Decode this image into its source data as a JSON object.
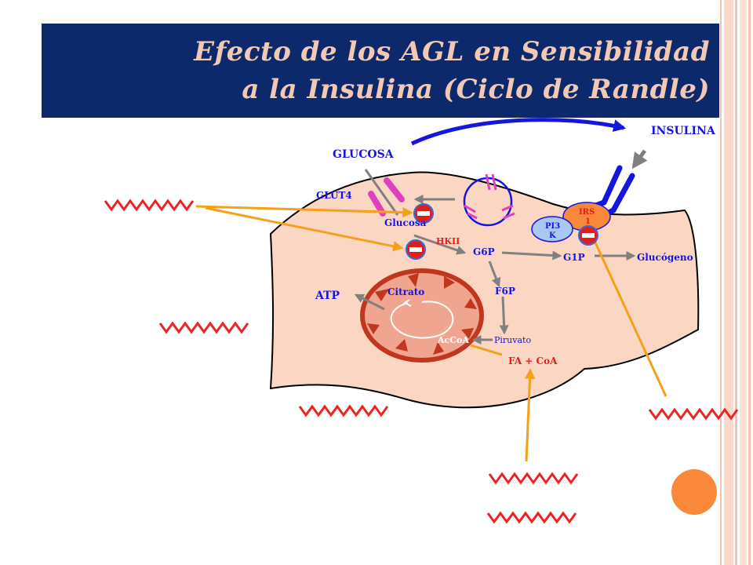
{
  "title": {
    "line1": "Efecto de los AGL en Sensibilidad",
    "line2": "a la Insulina (Ciclo de Randle)"
  },
  "labels": {
    "insulina": "INSULINA",
    "glucosa_ext": "GLUCOSA",
    "glut4": "GLUT4",
    "glucosa_int": "Glucosa",
    "hkii": "HKII",
    "g6p": "G6P",
    "g1p": "G1P",
    "glucogeno": "Glucógeno",
    "f6p": "F6P",
    "piruvato": "Piruvato",
    "acoa": "AcCoA",
    "citrato": "Citrato",
    "atp": "ATP",
    "fa_coa": "FA + CoA",
    "pi3k_1": "PI3",
    "pi3k_2": "K",
    "irs_1": "IRS",
    "irs_2": "1"
  },
  "colors": {
    "title_bg": "#0c2a6b",
    "title_text": "#f3c9b4",
    "cell_fill": "#fbd6c2",
    "mito_fill": "#f0a590",
    "mito_border": "#c0361f",
    "fatty_acid": "#e82424",
    "arrow_orange": "#f5a01a",
    "arrow_gray": "#808080",
    "insulin_blue": "#1515e0",
    "receptor_magenta": "#e040c0",
    "inhibit_red": "#e01e1e",
    "circle_orange": "#f9883a",
    "stripe_pink": "#f6c9b8"
  }
}
